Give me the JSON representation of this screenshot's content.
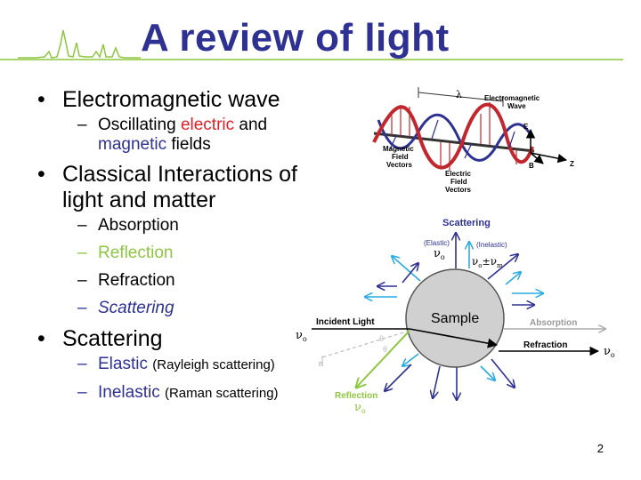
{
  "slide": {
    "title": "A review of light",
    "page_number": "2"
  },
  "bullets": {
    "b1": "Electromagnetic wave",
    "b1_sub": {
      "pre": "Oscillating",
      "electric": "electric",
      "and": "and",
      "magnetic": "magnetic",
      "post": "fields"
    },
    "b2": "Classical Interactions of light and matter",
    "b2_subs": [
      "Absorption",
      "Reflection",
      "Refraction",
      "Scattering"
    ],
    "b3": "Scattering",
    "b3_subs": [
      {
        "term": "Elastic",
        "note": "(Rayleigh scattering)"
      },
      {
        "term": "Inelastic",
        "note": "(Raman scattering)"
      }
    ]
  },
  "em_diagram": {
    "lambda": "λ",
    "label_wave": [
      "Electromagnetic",
      "Wave"
    ],
    "label_magnetic": [
      "Magnetic",
      "Field",
      "Vectors"
    ],
    "label_electric": [
      "Electric",
      "Field",
      "Vectors"
    ],
    "axis_e": "E",
    "axis_b": "B",
    "axis_z": "Z"
  },
  "scatter_diagram": {
    "scattering": "Scattering",
    "elastic": "(Elastic)",
    "inelastic": "(Inelastic)",
    "nu_o": "ν",
    "sub_o": "o",
    "inelastic_formula": "ν",
    "plus_minus": "±",
    "nu_m": "ν",
    "sub_m": "m",
    "sample": "Sample",
    "incident_light": "Incident  Light",
    "absorption": "Absorption",
    "refraction": "Refraction",
    "reflection": "Reflection",
    "theta": "θ",
    "normal": "n"
  },
  "colors": {
    "title": "#2e3192",
    "electric": "#e31e24",
    "magnetic": "#2e3192",
    "reflection": "#8dc63f",
    "spectrum": "#8dc63f"
  }
}
